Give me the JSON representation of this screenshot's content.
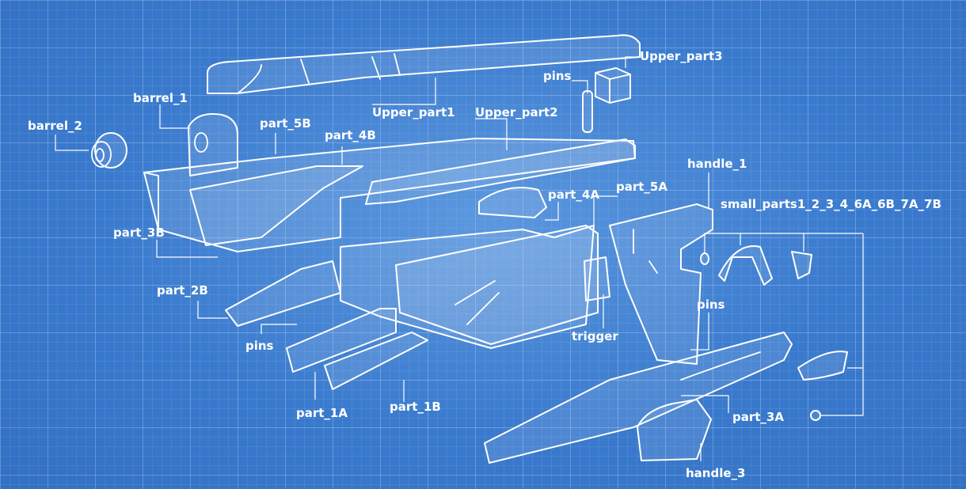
{
  "colors": {
    "background": "#3a7bcf",
    "line": "#ffffff"
  },
  "labels": {
    "upper_part3": "Upper_part3",
    "pins_top": "pins",
    "barrel_1": "barrel_1",
    "barrel_2": "barrel_2",
    "part_5b": "part_5B",
    "upper_part1": "Upper_part1",
    "upper_part2": "Upper_part2",
    "part_4b": "part_4B",
    "handle_1": "handle_1",
    "part_4a": "part_4A",
    "part_5a": "part_5A",
    "small_parts": "small_parts1_2_3_4_6A_6B_7A_7B",
    "part_3b": "part_3B",
    "part_2b": "part_2B",
    "pins_mid": "pins",
    "pins_left": "pins",
    "trigger": "trigger",
    "part_1a": "part_1A",
    "part_1b": "part_1B",
    "part_3a": "part_3A",
    "handle_3": "handle_3"
  }
}
